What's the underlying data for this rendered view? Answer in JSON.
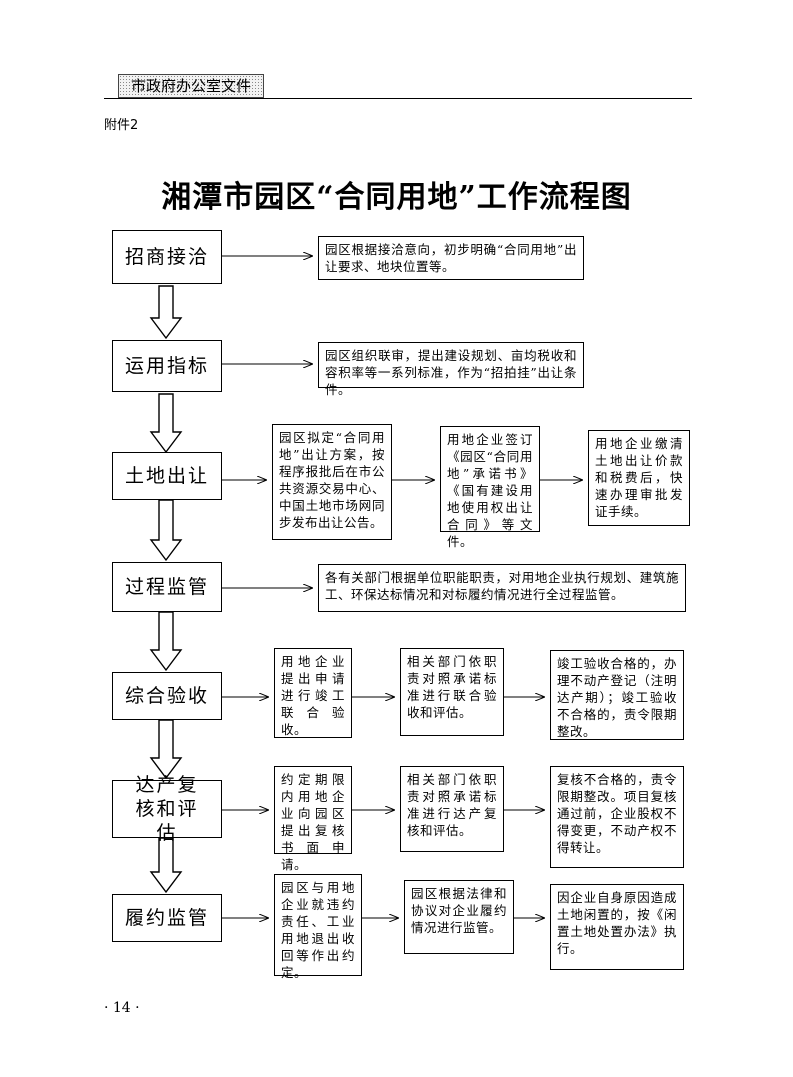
{
  "header": {
    "tag": "市政府办公室文件",
    "attachment": "附件2"
  },
  "title": "湘潭市园区“合同用地”工作流程图",
  "stages": [
    {
      "label": "招商接洽"
    },
    {
      "label": "运用指标"
    },
    {
      "label": "土地出让"
    },
    {
      "label": "过程监管"
    },
    {
      "label": "综合验收"
    },
    {
      "label": "达产复核和评估"
    },
    {
      "label": "履约监管"
    }
  ],
  "notes": {
    "s1": "园区根据接洽意向，初步明确“合同用地”出让要求、地块位置等。",
    "s2": "园区组织联审，提出建设规划、亩均税收和容积率等一系列标准，作为“招拍挂”出让条件。",
    "s3a": "园区拟定“合同用地”出让方案，按程序报批后在市公共资源交易中心、中国土地市场网同步发布出让公告。",
    "s3b": "用地企业签订《园区“合同用地”承诺书》《国有建设用地使用权出让合同》等文件。",
    "s3c": "用地企业缴清土地出让价款和税费后，快速办理审批发证手续。",
    "s4": "各有关部门根据单位职能职责，对用地企业执行规划、建筑施工、环保达标情况和对标履约情况进行全过程监管。",
    "s5a": "用地企业提出申请进行竣工联合验收。",
    "s5b": "相关部门依职责对照承诺标准进行联合验收和评估。",
    "s5c": "竣工验收合格的，办理不动产登记（注明达产期）；竣工验收不合格的，责令限期整改。",
    "s6a": "约定期限内用地企业向园区提出复核书面申请。",
    "s6b": "相关部门依职责对照承诺标准进行达产复核和评估。",
    "s6c": "复核不合格的，责令限期整改。项目复核通过前，企业股权不得变更，不动产权不得转让。",
    "s7a": "园区与用地企业就违约责任、工业用地退出收回等作出约定。",
    "s7b": "园区根据法律和协议对企业履约情况进行监管。",
    "s7c": "因企业自身原因造成土地闲置的，按《闲置土地处置办法》执行。"
  },
  "footer": {
    "page": "· 14 ·"
  }
}
